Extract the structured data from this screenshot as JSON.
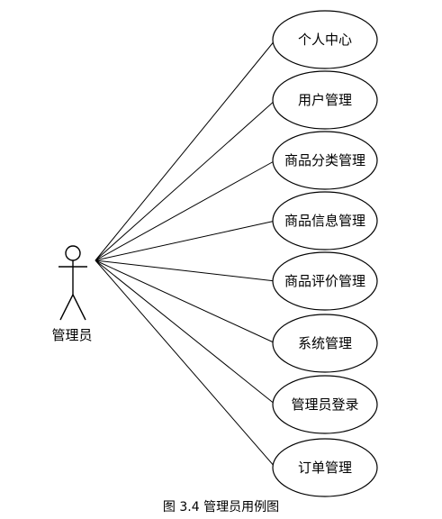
{
  "actor": {
    "label": "管理员"
  },
  "use_cases": [
    {
      "label": "个人中心"
    },
    {
      "label": "用户管理"
    },
    {
      "label": "商品分类管理"
    },
    {
      "label": "商品信息管理"
    },
    {
      "label": "商品评价管理"
    },
    {
      "label": "系统管理"
    },
    {
      "label": "管理员登录"
    },
    {
      "label": "订单管理"
    }
  ],
  "caption": "图 3.4  管理员用例图",
  "colors": {
    "line": "#000000",
    "background": "#ffffff"
  }
}
